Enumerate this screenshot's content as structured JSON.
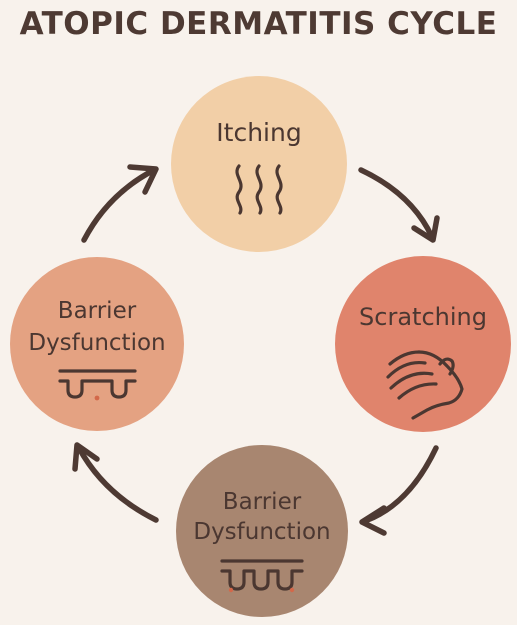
{
  "title": "ATOPIC DERMATITIS CYCLE",
  "nodes": [
    {
      "id": "itching",
      "label_lines": [
        "Itching"
      ],
      "icon": "itch-waves-icon",
      "color": "#f2cfa7"
    },
    {
      "id": "scratching",
      "label_lines": [
        "Scratching"
      ],
      "icon": "scratching-hand-icon",
      "color": "#e0846c"
    },
    {
      "id": "bottom",
      "label_lines": [
        "Barrier",
        "Dysfunction"
      ],
      "icon": "skin-barrier-icon",
      "color": "#a88670"
    },
    {
      "id": "left",
      "label_lines": [
        "Barrier",
        "Dysfunction"
      ],
      "icon": "skin-barrier-icon",
      "color": "#e4a282"
    }
  ],
  "colors": {
    "background": "#f8f2ec",
    "text": "#4b3731",
    "arrow": "#4e3a33",
    "icon": "#4b3731",
    "dot": "#d3684a"
  },
  "arrows": [
    {
      "from": "itching",
      "to": "scratching"
    },
    {
      "from": "scratching",
      "to": "bottom"
    },
    {
      "from": "bottom",
      "to": "left"
    },
    {
      "from": "left",
      "to": "itching"
    }
  ]
}
